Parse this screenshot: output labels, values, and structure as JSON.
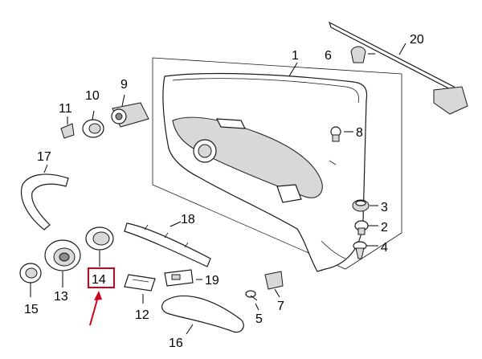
{
  "highlight_color": "#d0021b",
  "callouts": {
    "c1": "1",
    "c2": "2",
    "c3": "3",
    "c4": "4",
    "c5": "5",
    "c6": "6",
    "c7": "7",
    "c8": "8",
    "c9": "9",
    "c10": "10",
    "c11": "11",
    "c12": "12",
    "c13": "13",
    "c14": "14",
    "c15": "15",
    "c16": "16",
    "c17": "17",
    "c18": "18",
    "c19": "19",
    "c20": "20"
  },
  "highlighted_part": "14"
}
